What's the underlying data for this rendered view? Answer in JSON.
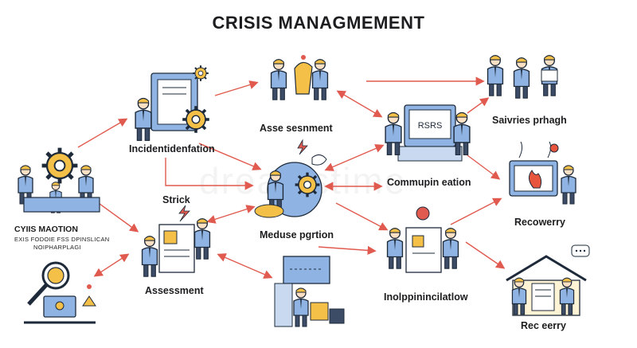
{
  "title": "CRISIS MANAGMEMENT",
  "watermark": "dreamstime",
  "nodes": {
    "crisis_motion": {
      "label": "CYIIS MAOTION",
      "sub1": "EXIS FODOIE FSS DPINSLICAN",
      "sub2": "NOIPHARPLAGI"
    },
    "incident": {
      "label": "Incidentidenfation"
    },
    "assessment_top": {
      "label": "Asse sesnment"
    },
    "sairies": {
      "label": "Saivries prhagh"
    },
    "communication": {
      "label": "Commupin eation",
      "screen_text": "RSRS"
    },
    "strick": {
      "label": "Strick"
    },
    "medusa": {
      "label": "Meduse pgrtion"
    },
    "recovery_mid": {
      "label": "Recowerry"
    },
    "assessment_low": {
      "label": "Assessment"
    },
    "inoppin": {
      "label": "Inolppinincilatlow"
    },
    "recovery_low": {
      "label": "Rec eerry"
    }
  },
  "colors": {
    "accent_blue": "#8fb4e3",
    "accent_yellow": "#f4c048",
    "arrow": "#e05a4f",
    "outline": "#1e2a3a",
    "flame": "#e8553d"
  }
}
